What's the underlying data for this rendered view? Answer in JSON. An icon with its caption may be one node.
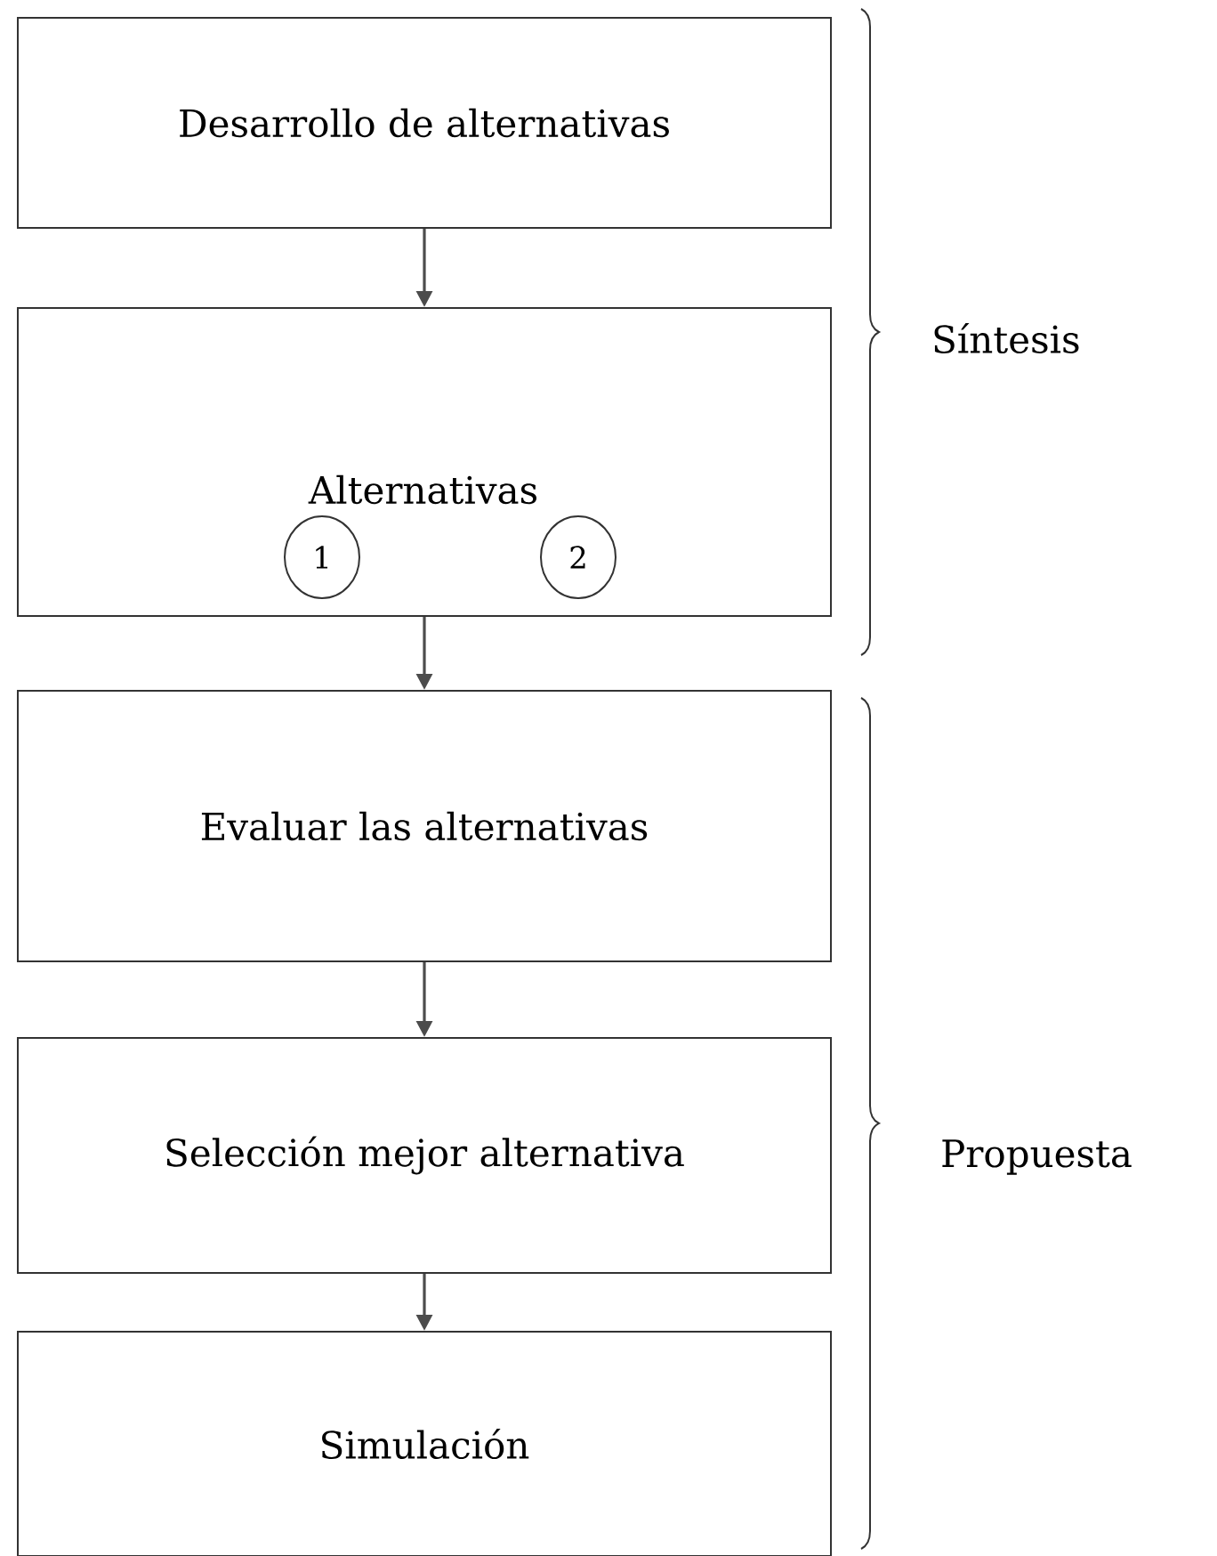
{
  "diagram": {
    "nodes": [
      {
        "text": [
          "Desarrollo de alternativas"
        ]
      },
      {
        "text": [
          "Alternativas"
        ]
      },
      {
        "text": [
          "1"
        ],
        "in": 1
      },
      {
        "text": [
          "2"
        ],
        "in": 1
      },
      {
        "text": [
          "Evaluar las alternativas"
        ]
      },
      {
        "text": [
          "Selección mejor alternativa"
        ]
      },
      {
        "text": [
          "Simulación"
        ]
      }
    ],
    "edges": [
      {
        "from": 0,
        "to": 1,
        "arrow": "to"
      },
      {
        "from": 1,
        "to": 4,
        "arrow": "to"
      },
      {
        "from": 4,
        "to": 5,
        "arrow": "to"
      },
      {
        "from": 5,
        "to": 6,
        "arrow": "to"
      }
    ],
    "labels": [
      "Síntesis",
      "Propuesta"
    ]
  }
}
